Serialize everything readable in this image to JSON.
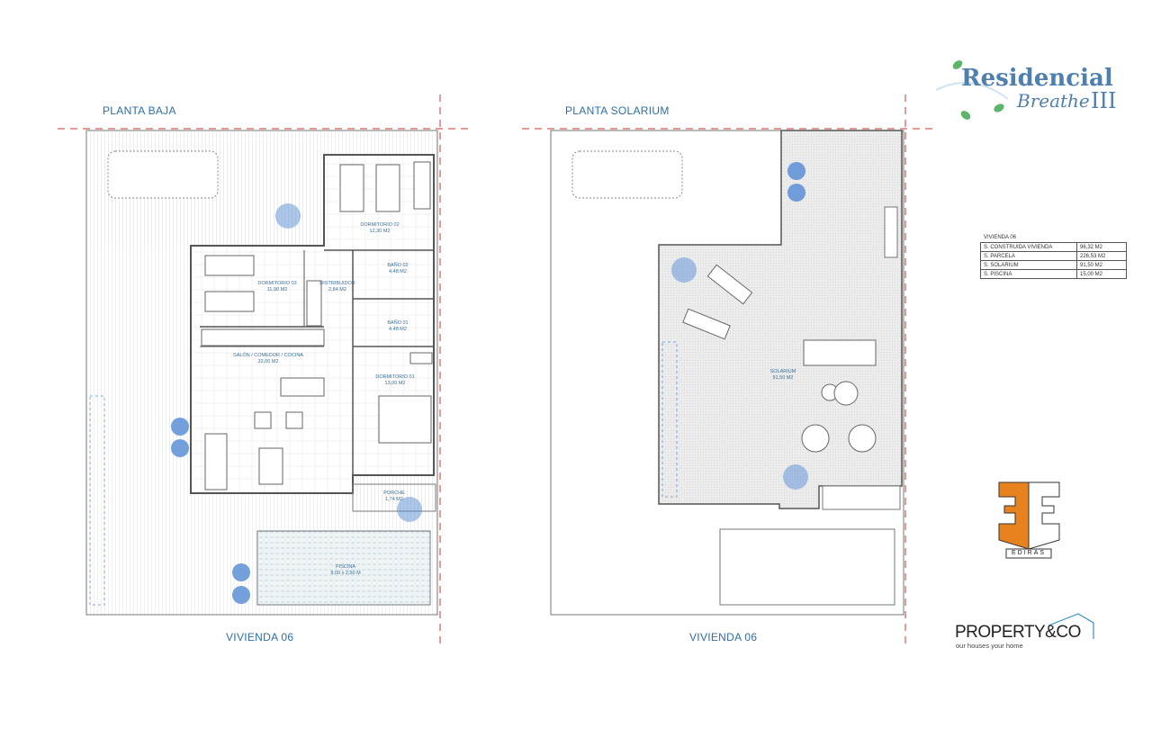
{
  "plans": [
    {
      "title": "PLANTA BAJA",
      "footer": "VIVIENDA 06",
      "rooms": [
        {
          "name": "DORMITORIO 02",
          "area": "12,30 M2"
        },
        {
          "name": "DORMITORIO 03",
          "area": "11,90 M2"
        },
        {
          "name": "DISTRIBUIDOR",
          "area": "2,84 M2"
        },
        {
          "name": "BAÑO 02",
          "area": "4,48 M2"
        },
        {
          "name": "BAÑO 01",
          "area": "4,48 M2"
        },
        {
          "name": "SALÓN / COMEDOR / COCINA",
          "area": "32,00 M2"
        },
        {
          "name": "DORMITORIO 01",
          "area": "13,00 M2"
        },
        {
          "name": "PORCHE",
          "area": "1,74 M2"
        },
        {
          "name": "PISCINA",
          "area": "8,00 x 2,50 M"
        }
      ]
    },
    {
      "title": "PLANTA SOLARIUM",
      "footer": "VIVIENDA 06",
      "rooms": [
        {
          "name": "SOLARIUM",
          "area": "91,50 M2"
        }
      ]
    }
  ],
  "summary": {
    "title": "VIVIENDA 06",
    "rows": [
      {
        "label": "S. CONSTRUIDA VIVIENDA",
        "value": "96,32 M2"
      },
      {
        "label": "S. PARCELA",
        "value": "226,53 M2"
      },
      {
        "label": "S. SOLARIUM",
        "value": "91,50 M2"
      },
      {
        "label": "S. PISCINA",
        "value": "15,00 M2"
      }
    ]
  },
  "logos": {
    "residencial": {
      "line1": "Residencial",
      "line2": "Breathe",
      "line3": "III"
    },
    "ediras": "EDIRAS",
    "property": {
      "name": "PROPERTY&CO",
      "tagline": "our houses your home"
    }
  },
  "colors": {
    "label": "#2f6ea4",
    "plant": "#5b8fd6",
    "orange": "#e8821e",
    "axis": "#c0392b"
  }
}
